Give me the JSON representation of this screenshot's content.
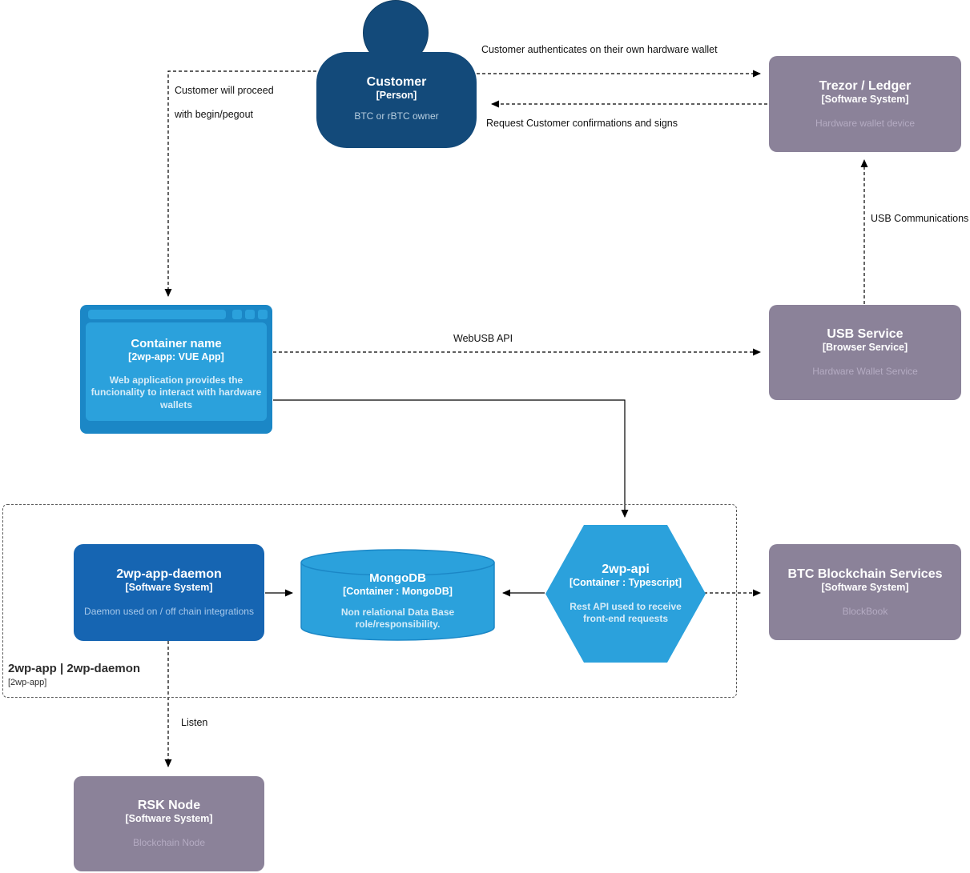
{
  "nodes": {
    "customer": {
      "title": "Customer",
      "subtitle": "[Person]",
      "description": "BTC or rBTC owner"
    },
    "trezor_ledger": {
      "title": "Trezor / Ledger",
      "subtitle": "[Software System]",
      "description": "Hardware wallet device"
    },
    "container_name": {
      "title": "Container name",
      "subtitle": "[2wp-app: VUE App]",
      "description": "Web application provides the funcionality to interact with hardware wallets"
    },
    "usb_service": {
      "title": "USB Service",
      "subtitle": "[Browser Service]",
      "description": "Hardware Wallet Service"
    },
    "daemon": {
      "title": "2wp-app-daemon",
      "subtitle": "[Software System]",
      "description": "Daemon used on / off chain integrations"
    },
    "mongodb": {
      "title": "MongoDB",
      "subtitle": "[Container : MongoDB]",
      "description": "Non relational Data Base role/responsibility."
    },
    "api": {
      "title": "2wp-api",
      "subtitle": "[Container : Typescript]",
      "description": "Rest API used to receive front-end requests"
    },
    "btc_services": {
      "title": "BTC Blockchain Services",
      "subtitle": "[Software System]",
      "description": "BlockBook"
    },
    "rsk_node": {
      "title": "RSK Node",
      "subtitle": "[Software System]",
      "description": "Blockchain Node"
    }
  },
  "boundary": {
    "title": "2wp-app | 2wp-daemon",
    "subtitle": "[2wp-app]"
  },
  "edge_labels": {
    "authenticate": "Customer authenticates on their own hardware wallet",
    "request_sign": "Request Customer confirmations and signs",
    "proceed_line1": "Customer will proceed",
    "proceed_line2": "with begin/pegout",
    "webusb": "WebUSB API",
    "usb_comms": "USB Communications",
    "listen": "Listen"
  },
  "colors": {
    "person_fill": "#134a7a",
    "external_system_fill": "#8b8299",
    "container_fill": "#2ba1dc",
    "container_stroke": "#1b87c6",
    "daemon_fill": "#1665b2"
  }
}
